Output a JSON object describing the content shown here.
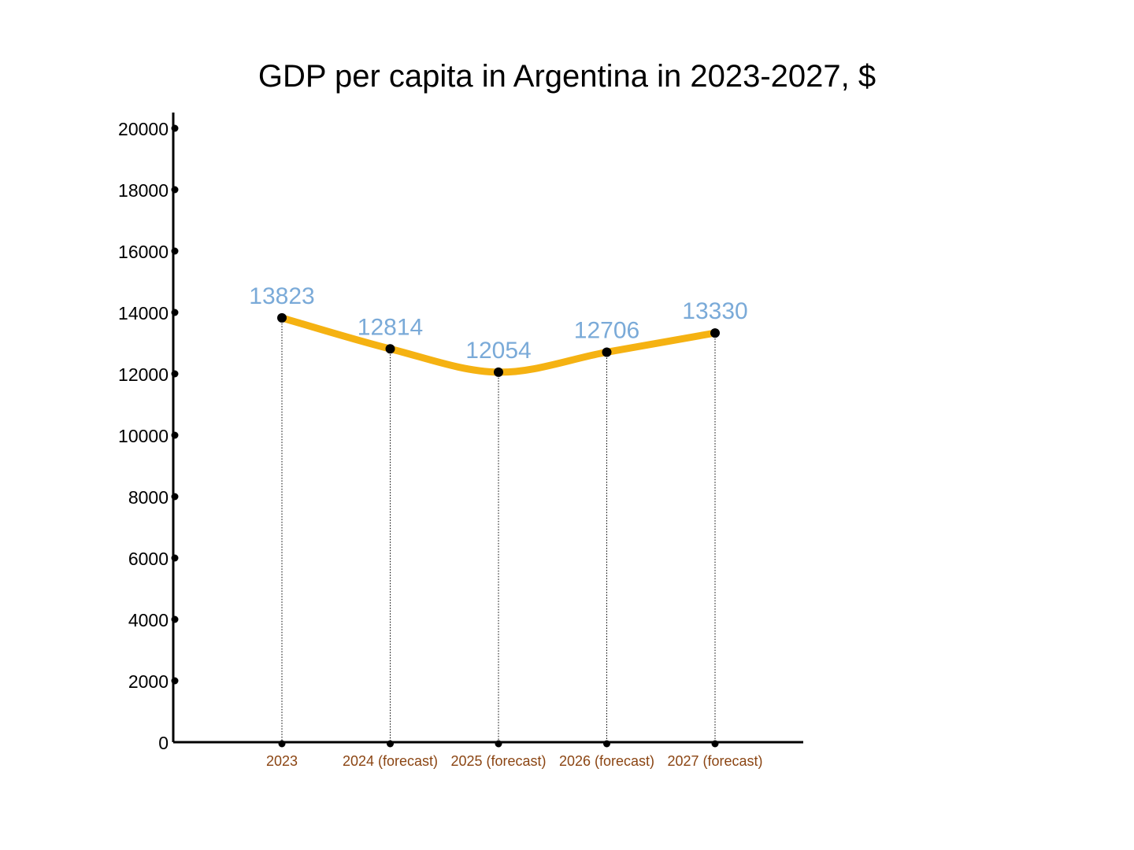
{
  "chart_data": {
    "type": "line",
    "title": "GDP per capita in Argentina in 2023-2027, $",
    "xlabel": "",
    "ylabel": "",
    "categories": [
      "2023",
      "2024 (forecast)",
      "2025 (forecast)",
      "2026 (forecast)",
      "2027 (forecast)"
    ],
    "series": [
      {
        "values": [
          13823,
          12814,
          12054,
          12706,
          13330
        ]
      }
    ],
    "data_labels": [
      "13823",
      "12814",
      "12054",
      "12706",
      "13330"
    ],
    "ylim": [
      0,
      20000
    ],
    "y_ticks": [
      0,
      2000,
      4000,
      6000,
      8000,
      10000,
      12000,
      14000,
      16000,
      18000,
      20000
    ],
    "y_tick_labels": [
      "0",
      "2000",
      "4000",
      "6000",
      "8000",
      "10000",
      "12000",
      "14000",
      "16000",
      "18000",
      "20000"
    ],
    "grid": false,
    "legend": "none",
    "colors": {
      "line": "#f5b212",
      "marker": "#000000",
      "data_label": "#7aaad8",
      "x_tick_label": "#8b4513",
      "axis": "#000000",
      "drop_line": "#000000"
    }
  }
}
